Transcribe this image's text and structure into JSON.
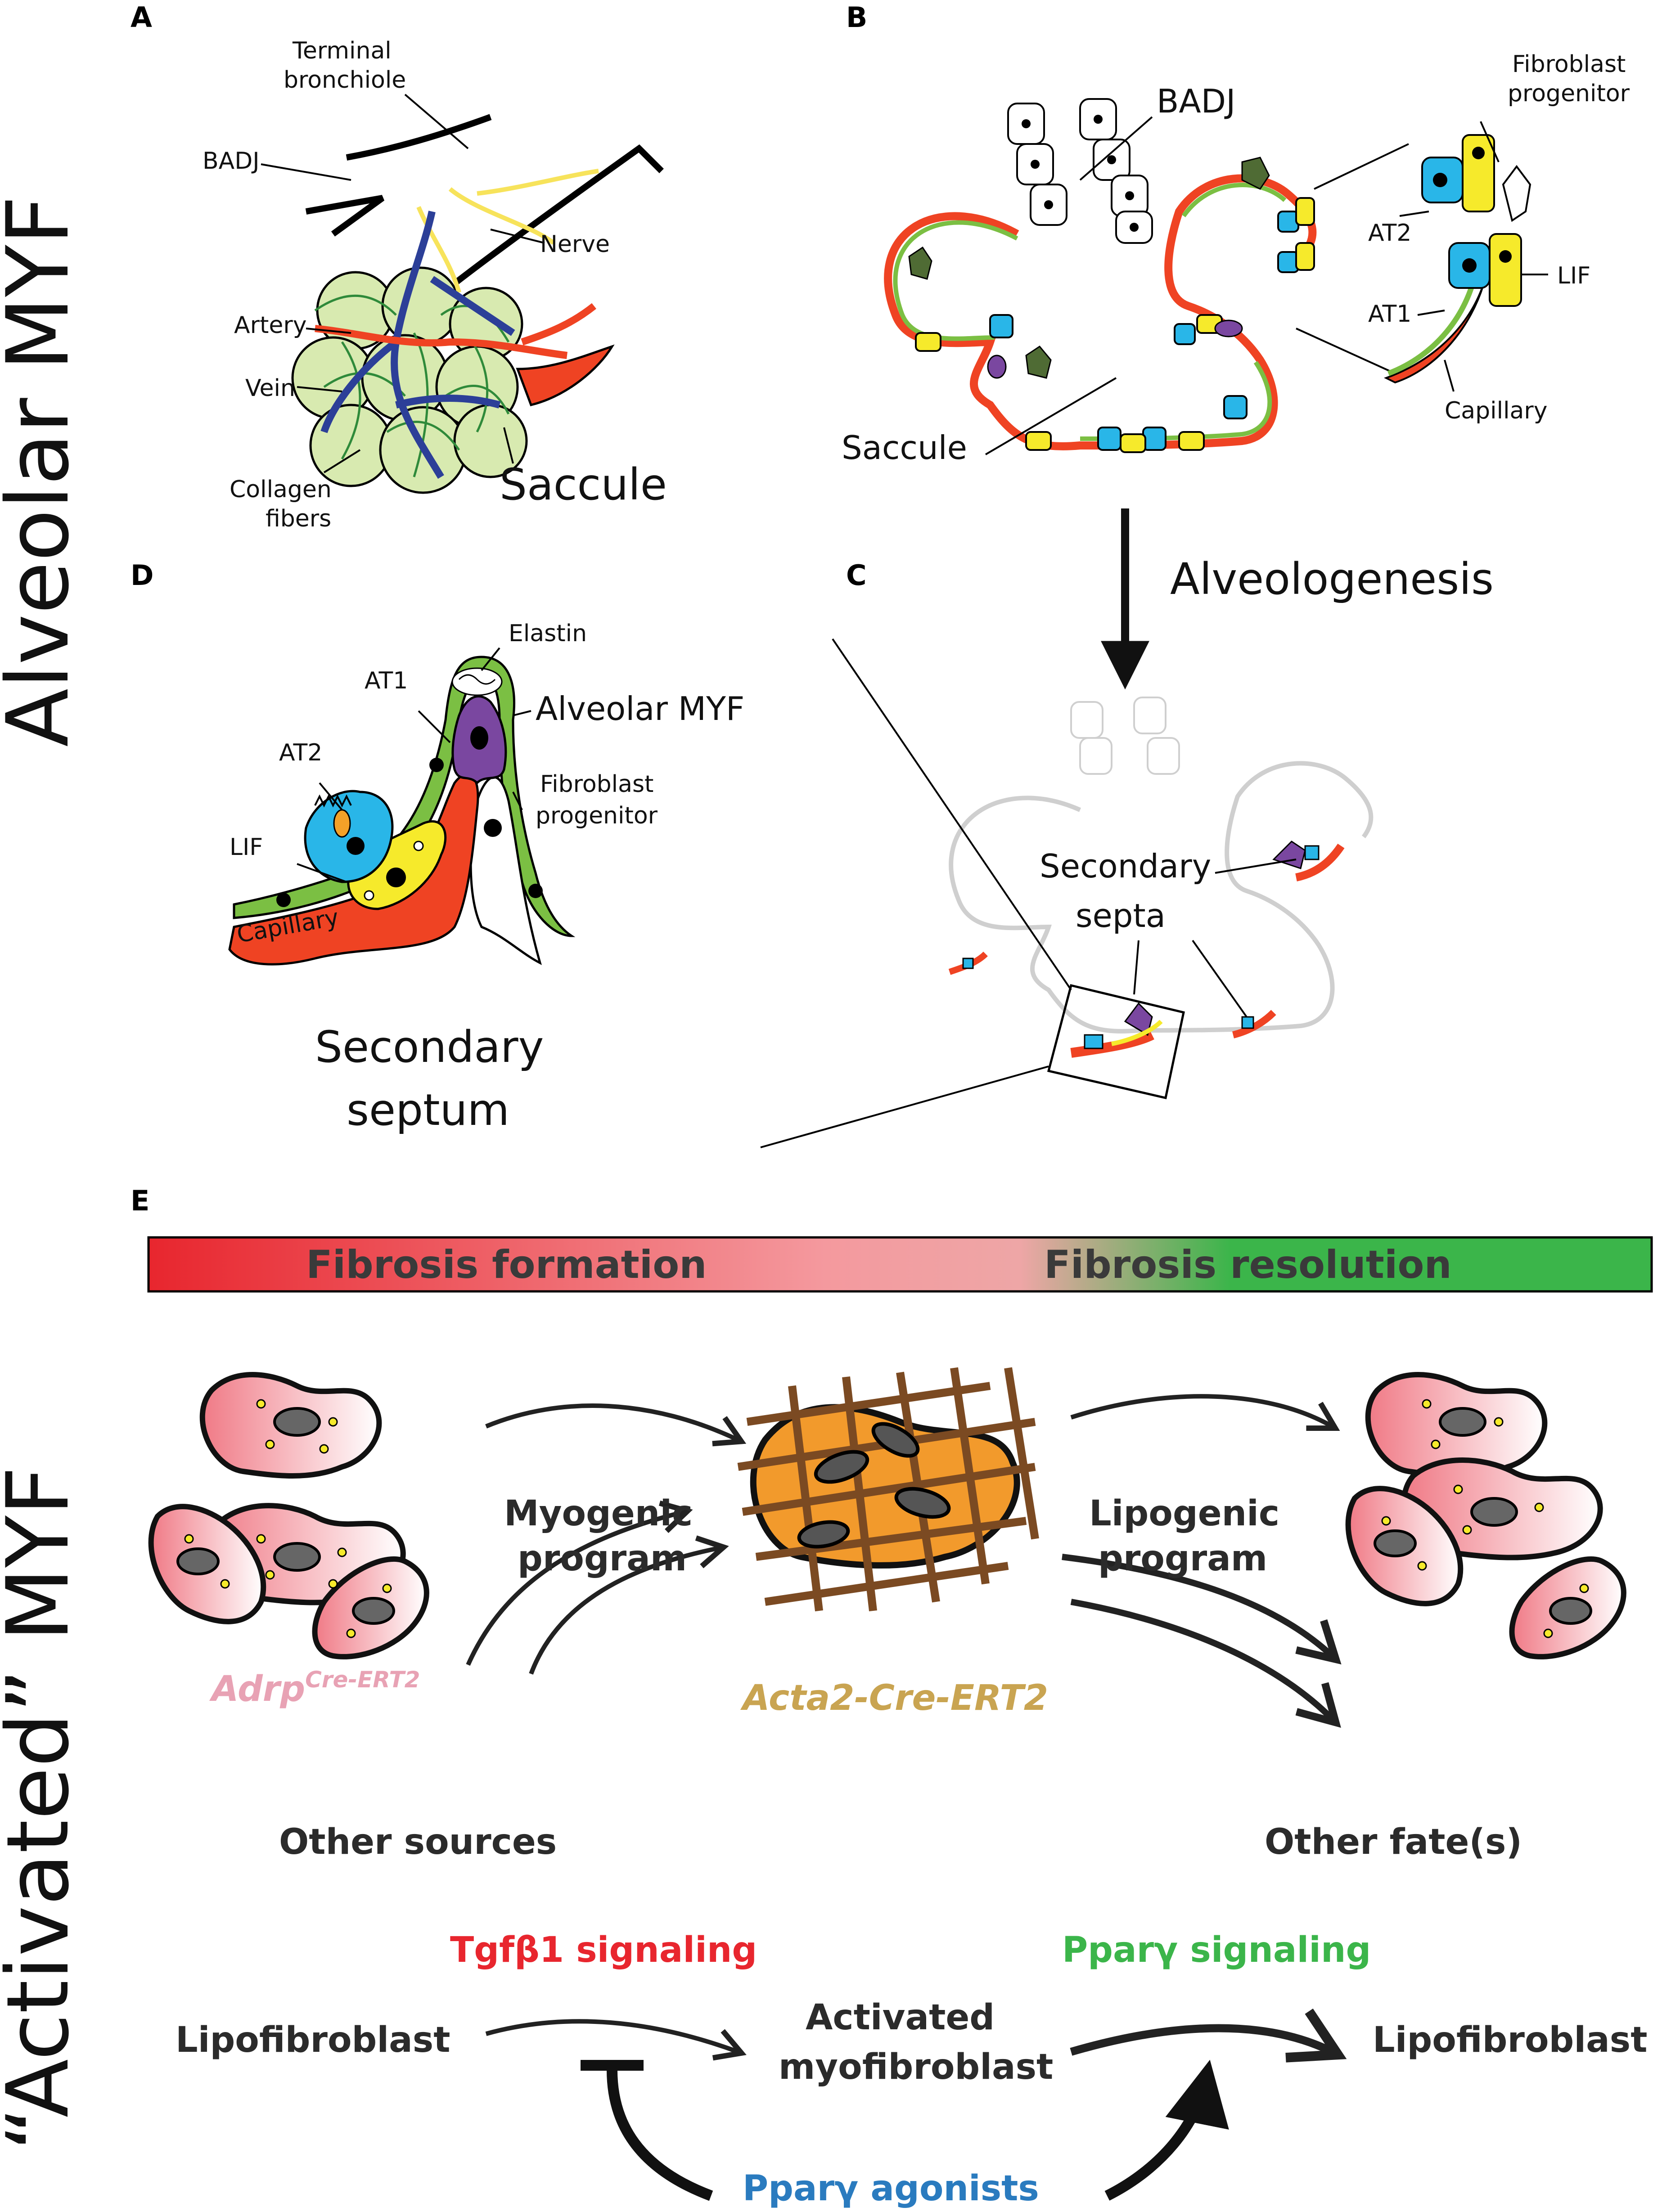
{
  "side_labels": {
    "top": "Alveolar MYF",
    "bottom": "“Activated” MYF"
  },
  "panels": {
    "A": {
      "letter": "A",
      "labels": {
        "terminal_bronchiole": [
          "Terminal",
          "bronchiole"
        ],
        "badj": "BADJ",
        "nerve": "Nerve",
        "artery": "Artery",
        "vein": "Vein",
        "collagen_fibers": [
          "Collagen",
          "fibers"
        ],
        "saccule": "Saccule"
      }
    },
    "B": {
      "letter": "B",
      "labels": {
        "badj": "BADJ",
        "fibroblast_progenitor": [
          "Fibroblast",
          "progenitor"
        ],
        "at2": "AT2",
        "lif": "LIF",
        "at1": "AT1",
        "capillary": "Capillary",
        "saccule": "Saccule"
      }
    },
    "C": {
      "letter": "C",
      "arrow_label": "Alveologenesis",
      "labels": {
        "secondary_septa": [
          "Secondary",
          "septa"
        ]
      }
    },
    "D": {
      "letter": "D",
      "labels": {
        "elastin": "Elastin",
        "at1": "AT1",
        "alveolar_myf": "Alveolar MYF",
        "at2": "AT2",
        "fibroblast_progenitor": [
          "Fibroblast",
          "progenitor"
        ],
        "lif": "LIF",
        "capillary": "Capillary",
        "secondary_septum": [
          "Secondary",
          "septum"
        ]
      }
    },
    "E": {
      "letter": "E",
      "gradient_bar": {
        "left_text": "Fibrosis formation",
        "right_text": "Fibrosis resolution",
        "colors": [
          "#e8262e",
          "#f4999e",
          "#3bb54a"
        ]
      },
      "labels": {
        "myogenic_program": [
          "Myogenic",
          "program"
        ],
        "lipogenic_program": [
          "Lipogenic",
          "program"
        ],
        "adrp": {
          "base": "Adrp",
          "superscript": "Cre-ERT2",
          "color": "#e8a2b4"
        },
        "acta2": {
          "text": "Acta2-Cre-ERT2",
          "color": "#c9a451"
        },
        "other_sources": "Other sources",
        "other_fates": "Other fate(s)",
        "tgfb1_signaling": {
          "text": "Tgfβ1 signaling",
          "color": "#e8262e"
        },
        "pparg_signaling": {
          "text": "Pparγ signaling",
          "color": "#3bb54a"
        },
        "lipofibroblast_left": "Lipofibroblast",
        "activated_myofibroblast": [
          "Activated",
          "myofibroblast"
        ],
        "lipofibroblast_right": "Lipofibroblast",
        "pparg_agonists": {
          "text": "Pparγ agonists",
          "color": "#2a7bbf"
        }
      }
    }
  },
  "colors": {
    "capillary": "#ef4323",
    "lif": "#f6ea2b",
    "at2": "#29b6e8",
    "at1": "#7bbf43",
    "myf": "#7a47a0",
    "fibroblast": "#4f6b34",
    "vein": "#2c3f98",
    "artery": "#ef4323",
    "nerve": "#f7e35b",
    "saccule_fill": "#d8eab0",
    "lipo_cell": "#f4a1a8",
    "myo_cell": "#f29a2c",
    "collagen": "#7b4a22"
  }
}
